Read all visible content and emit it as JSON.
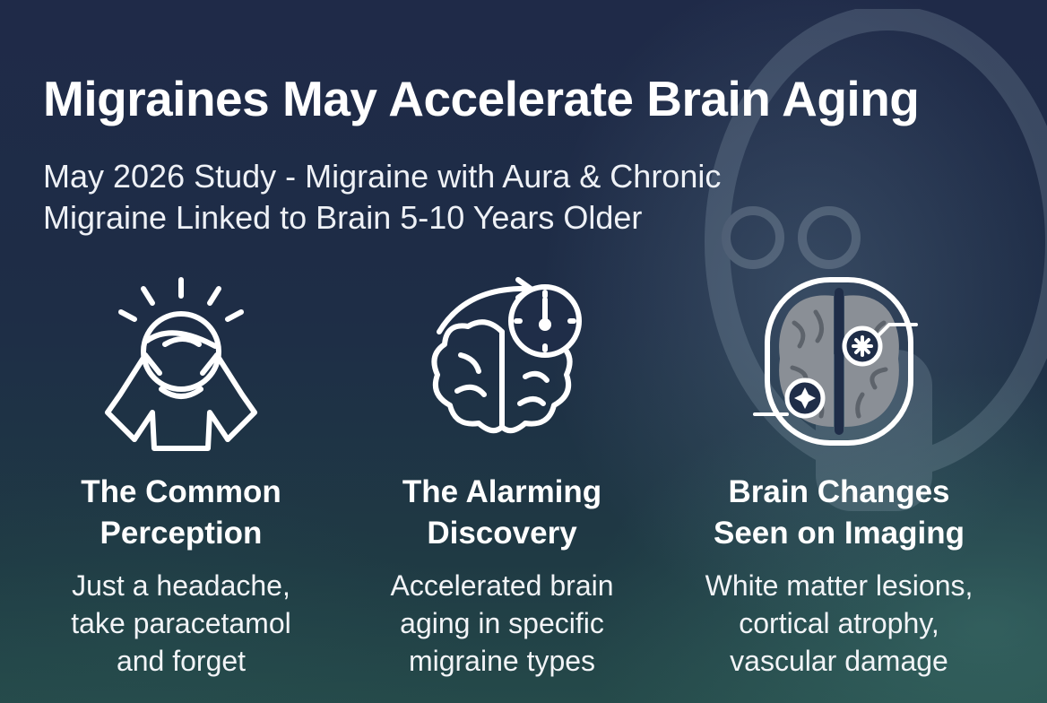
{
  "title": "Migraines May Accelerate Brain Aging",
  "subtitle_lines": [
    "May 2026 Study - Migraine with Aura & Chronic",
    "Migraine Linked to Brain 5-10 Years Older"
  ],
  "cards": [
    {
      "icon": "headache-person-icon",
      "heading_lines": [
        "The Common",
        "Perception"
      ],
      "text_lines": [
        "Just a headache,",
        "take paracetamol",
        "and forget"
      ]
    },
    {
      "icon": "brain-clock-icon",
      "heading_lines": [
        "The Alarming",
        "Discovery"
      ],
      "text_lines": [
        "Accelerated brain",
        "aging in specific",
        "migraine types"
      ]
    },
    {
      "icon": "brain-scan-icon",
      "heading_lines": [
        "Brain Changes",
        "Seen on Imaging"
      ],
      "text_lines": [
        "White matter lesions,",
        "cortical atrophy,",
        "vascular damage"
      ]
    }
  ],
  "colors": {
    "background_top": "#1f2a48",
    "background_bottom": "#254a4a",
    "text": "#ffffff",
    "scan_gray": "#8a8f96"
  }
}
